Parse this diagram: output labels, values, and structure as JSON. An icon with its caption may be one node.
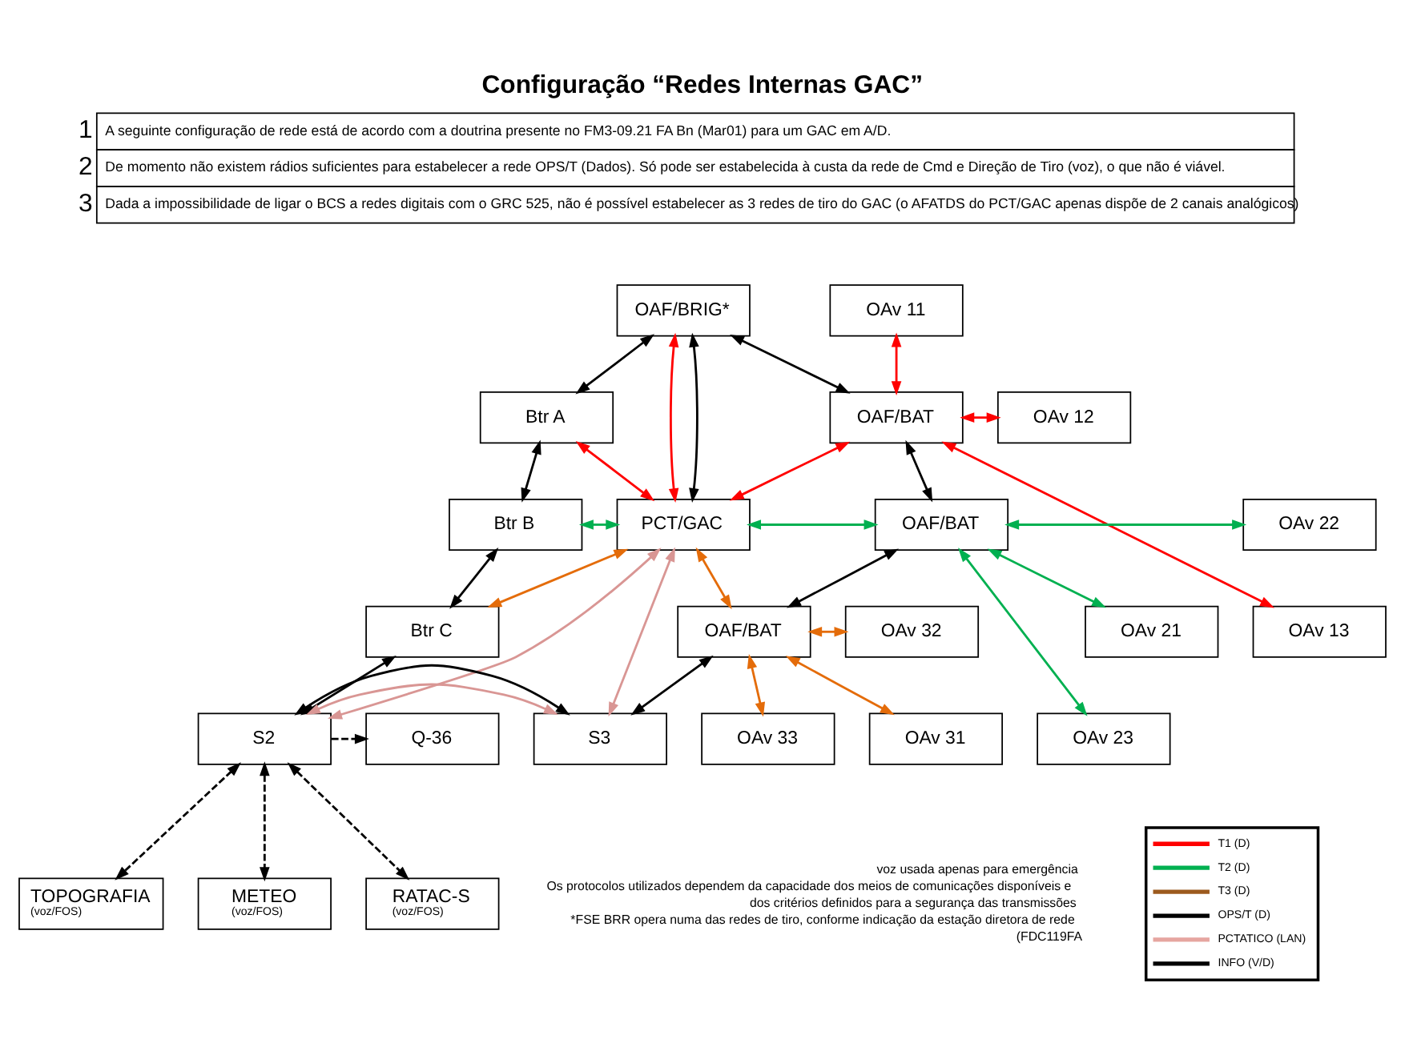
{
  "diagram": {
    "title": "Configuração “Redes Internas GAC”",
    "nodes": [
      {
        "text": [
          "OAF/BRIG*"
        ]
      },
      {
        "text": [
          "Btr A"
        ]
      },
      {
        "text": [
          "OAF/BAT"
        ]
      },
      {
        "text": [
          "OAv 11"
        ]
      },
      {
        "text": [
          "OAv 12"
        ]
      },
      {
        "text": [
          "OAv 13"
        ]
      },
      {
        "text": [
          "Btr B"
        ]
      },
      {
        "text": [
          "PCT/GAC"
        ]
      },
      {
        "text": [
          "OAF/BAT"
        ]
      },
      {
        "text": [
          "OAv 21"
        ]
      },
      {
        "text": [
          "OAv 22"
        ]
      },
      {
        "text": [
          "OAv 23"
        ]
      },
      {
        "text": [
          "Btr C"
        ]
      },
      {
        "text": [
          "OAF/BAT"
        ]
      },
      {
        "text": [
          "OAv 31"
        ]
      },
      {
        "text": [
          "OAv 32"
        ]
      },
      {
        "text": [
          "OAv 33"
        ]
      },
      {
        "text": [
          "Q-36"
        ]
      },
      {
        "text": [
          "S2"
        ]
      },
      {
        "text": [
          "S3"
        ]
      },
      {
        "text": [
          "TOPOGRAFIA",
          "(voz/FOS)"
        ]
      },
      {
        "text": [
          "METEO",
          "(voz/FOS)"
        ]
      },
      {
        "text": [
          "RATAC-S",
          "(voz/FOS)"
        ]
      }
    ],
    "edges": [
      {
        "from": 1,
        "to": 0,
        "arrow": "both"
      },
      {
        "from": 0,
        "to": 2,
        "arrow": "both"
      },
      {
        "from": 7,
        "to": 0,
        "arrow": "both",
        "color": "#ff0000"
      },
      {
        "from": 7,
        "to": 0,
        "arrow": "both"
      },
      {
        "from": 7,
        "to": 1,
        "arrow": "both",
        "color": "#ff0000"
      },
      {
        "from": 7,
        "to": 2,
        "arrow": "both",
        "color": "#ff0000"
      },
      {
        "from": 2,
        "to": 3,
        "arrow": "both",
        "color": "#ff0000"
      },
      {
        "from": 2,
        "to": 4,
        "arrow": "both",
        "color": "#ff0000"
      },
      {
        "from": 2,
        "to": 5,
        "arrow": "both",
        "color": "#ff0000"
      },
      {
        "from": 1,
        "to": 6,
        "arrow": "both"
      },
      {
        "from": 6,
        "to": 7,
        "arrow": "both",
        "color": "#00b050"
      },
      {
        "from": 7,
        "to": 8,
        "arrow": "both",
        "color": "#00b050"
      },
      {
        "from": 2,
        "to": 8,
        "arrow": "both"
      },
      {
        "from": 8,
        "to": 9,
        "arrow": "both",
        "color": "#00b050"
      },
      {
        "from": 8,
        "to": 10,
        "arrow": "both",
        "color": "#00b050"
      },
      {
        "from": 8,
        "to": 11,
        "arrow": "both",
        "color": "#00b050"
      },
      {
        "from": 6,
        "to": 12,
        "arrow": "both"
      },
      {
        "from": 7,
        "to": 12,
        "arrow": "both",
        "color": "#e46c0a"
      },
      {
        "from": 7,
        "to": 13,
        "arrow": "both",
        "color": "#e46c0a"
      },
      {
        "from": 8,
        "to": 13,
        "arrow": "both"
      },
      {
        "from": 13,
        "to": 14,
        "arrow": "both",
        "color": "#e46c0a"
      },
      {
        "from": 13,
        "to": 15,
        "arrow": "both",
        "color": "#e46c0a"
      },
      {
        "from": 13,
        "to": 16,
        "arrow": "both",
        "color": "#e46c0a"
      },
      {
        "from": 12,
        "to": 18,
        "arrow": "both"
      },
      {
        "from": 7,
        "to": 18,
        "arrow": "both",
        "color": "#d99694"
      },
      {
        "from": 7,
        "to": 19,
        "arrow": "both",
        "color": "#d99694"
      },
      {
        "from": 18,
        "to": 19,
        "arrow": "both",
        "color": "#d99694"
      },
      {
        "from": 18,
        "to": 19,
        "arrow": "both"
      },
      {
        "from": 19,
        "to": 13,
        "arrow": "both"
      },
      {
        "from": 18,
        "to": 17,
        "arrow": "to",
        "style": "dashed"
      },
      {
        "from": 18,
        "to": 20,
        "arrow": "both",
        "style": "dashed"
      },
      {
        "from": 18,
        "to": 21,
        "arrow": "both",
        "style": "dashed"
      },
      {
        "from": 18,
        "to": 22,
        "arrow": "both",
        "style": "dashed"
      }
    ],
    "labels": [
      "1",
      "A seguinte configuração de rede está de acordo com a doutrina presente no FM3-09.21 FA Bn (Mar01) para um GAC em A/D.",
      "2",
      "De momento não existem rádios suficientes para estabelecer a rede OPS/T (Dados). Só pode ser estabelecida à custa da rede de Cmd e Direção de Tiro (voz), o que não é viável.",
      "3",
      "Dada a impossibilidade de ligar o BCS a redes digitais com o GRC 525, não é possível estabelecer as 3 redes de tiro do GAC (o AFATDS do PCT/GAC apenas dispõe de 2 canais analógicos)",
      "voz usada apenas para emergência",
      "Os protocolos utilizados dependem da capacidade dos meios de comunicações disponíveis e",
      "dos critérios definidos para a segurança das transmissões",
      "*FSE BRR opera numa das redes de tiro, conforme indicação da estação diretora de rede",
      "(FDC119FA"
    ],
    "legend": [
      {
        "text": "T1 (D)"
      },
      {
        "text": "T2 (D)"
      },
      {
        "text": "T3 (D)"
      },
      {
        "text": "OPS/T (D)"
      },
      {
        "text": "PCTATICO (LAN)"
      },
      {
        "text": "INFO (V/D)"
      }
    ]
  }
}
